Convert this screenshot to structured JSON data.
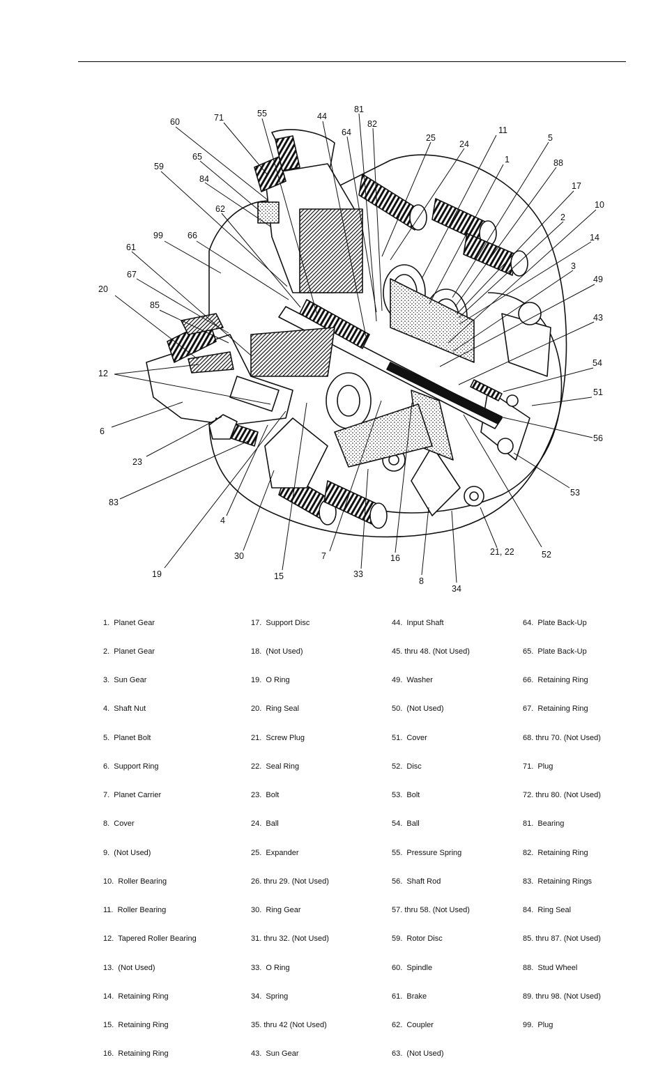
{
  "callouts": [
    {
      "id": "l71",
      "text": "71"
    },
    {
      "id": "l55",
      "text": "55"
    },
    {
      "id": "l44",
      "text": "44"
    },
    {
      "id": "l81",
      "text": "81"
    },
    {
      "id": "l82",
      "text": "82"
    },
    {
      "id": "l64",
      "text": "64"
    },
    {
      "id": "l60",
      "text": "60"
    },
    {
      "id": "l25",
      "text": "25"
    },
    {
      "id": "l24",
      "text": "24"
    },
    {
      "id": "l11",
      "text": "11"
    },
    {
      "id": "l5",
      "text": "5"
    },
    {
      "id": "l65",
      "text": "65"
    },
    {
      "id": "l1",
      "text": "1"
    },
    {
      "id": "l88",
      "text": "88"
    },
    {
      "id": "l59",
      "text": "59"
    },
    {
      "id": "l84",
      "text": "84"
    },
    {
      "id": "l17",
      "text": "17"
    },
    {
      "id": "l10",
      "text": "10"
    },
    {
      "id": "l62",
      "text": "62"
    },
    {
      "id": "l2",
      "text": "2"
    },
    {
      "id": "l99",
      "text": "99"
    },
    {
      "id": "l66",
      "text": "66"
    },
    {
      "id": "l14",
      "text": "14"
    },
    {
      "id": "l61",
      "text": "61"
    },
    {
      "id": "l3",
      "text": "3"
    },
    {
      "id": "l67",
      "text": "67"
    },
    {
      "id": "l49",
      "text": "49"
    },
    {
      "id": "l20",
      "text": "20"
    },
    {
      "id": "l85",
      "text": "85"
    },
    {
      "id": "l43",
      "text": "43"
    },
    {
      "id": "l54",
      "text": "54"
    },
    {
      "id": "l12",
      "text": "12"
    },
    {
      "id": "l51",
      "text": "51"
    },
    {
      "id": "l6",
      "text": "6"
    },
    {
      "id": "l56",
      "text": "56"
    },
    {
      "id": "l23",
      "text": "23"
    },
    {
      "id": "l53",
      "text": "53"
    },
    {
      "id": "l83",
      "text": "83"
    },
    {
      "id": "l4",
      "text": "4"
    },
    {
      "id": "l21",
      "text": "21, 22"
    },
    {
      "id": "l52",
      "text": "52"
    },
    {
      "id": "l30",
      "text": "30"
    },
    {
      "id": "l7",
      "text": "7"
    },
    {
      "id": "l16",
      "text": "16"
    },
    {
      "id": "l19",
      "text": "19"
    },
    {
      "id": "l15",
      "text": "15"
    },
    {
      "id": "l33",
      "text": "33"
    },
    {
      "id": "l8",
      "text": "8"
    },
    {
      "id": "l34",
      "text": "34"
    }
  ],
  "legend": [
    [
      "1.  Planet Gear",
      "2.  Planet Gear",
      "3.  Sun Gear",
      "4.  Shaft Nut",
      "5.  Planet Bolt",
      "6.  Support Ring",
      "7.  Planet Carrier",
      "8.  Cover",
      "9.  (Not Used)",
      "10.  Roller Bearing",
      "11.  Roller Bearing",
      "12.  Tapered Roller Bearing",
      "13.  (Not Used)",
      "14.  Retaining Ring",
      "15.  Retaining Ring",
      "16.  Retaining Ring"
    ],
    [
      "17.  Support Disc",
      "18.  (Not Used)",
      "19.  O Ring",
      "20.  Ring Seal",
      "21.  Screw Plug",
      "22.  Seal Ring",
      "23.  Bolt",
      "24.  Ball",
      "25.  Expander",
      "26. thru 29. (Not Used)",
      "30.  Ring Gear",
      "31. thru 32. (Not Used)",
      "33.  O Ring",
      "34.  Spring",
      "35. thru 42 (Not Used)",
      "43.  Sun Gear"
    ],
    [
      "44.  Input Shaft",
      "45. thru 48. (Not Used)",
      "49.  Washer",
      "50.  (Not Used)",
      "51.  Cover",
      "52.  Disc",
      "53.  Bolt",
      "54.  Ball",
      "55.  Pressure Spring",
      "56.  Shaft Rod",
      "57. thru 58. (Not Used)",
      "59.  Rotor Disc",
      "60.  Spindle",
      "61.  Brake",
      "62.  Coupler",
      "63.  (Not Used)"
    ],
    [
      "64.  Plate Back-Up",
      "65.  Plate Back-Up",
      "66.  Retaining Ring",
      "67.  Retaining Ring",
      "68. thru 70. (Not Used)",
      "71.  Plug",
      "72. thru 80. (Not Used)",
      "81.  Bearing",
      "82.  Retaining Ring",
      "83.  Retaining Rings",
      "84.  Ring Seal",
      "85. thru 87. (Not Used)",
      "88.  Stud Wheel",
      "89. thru 98. (Not Used)",
      "99.  Plug"
    ]
  ]
}
